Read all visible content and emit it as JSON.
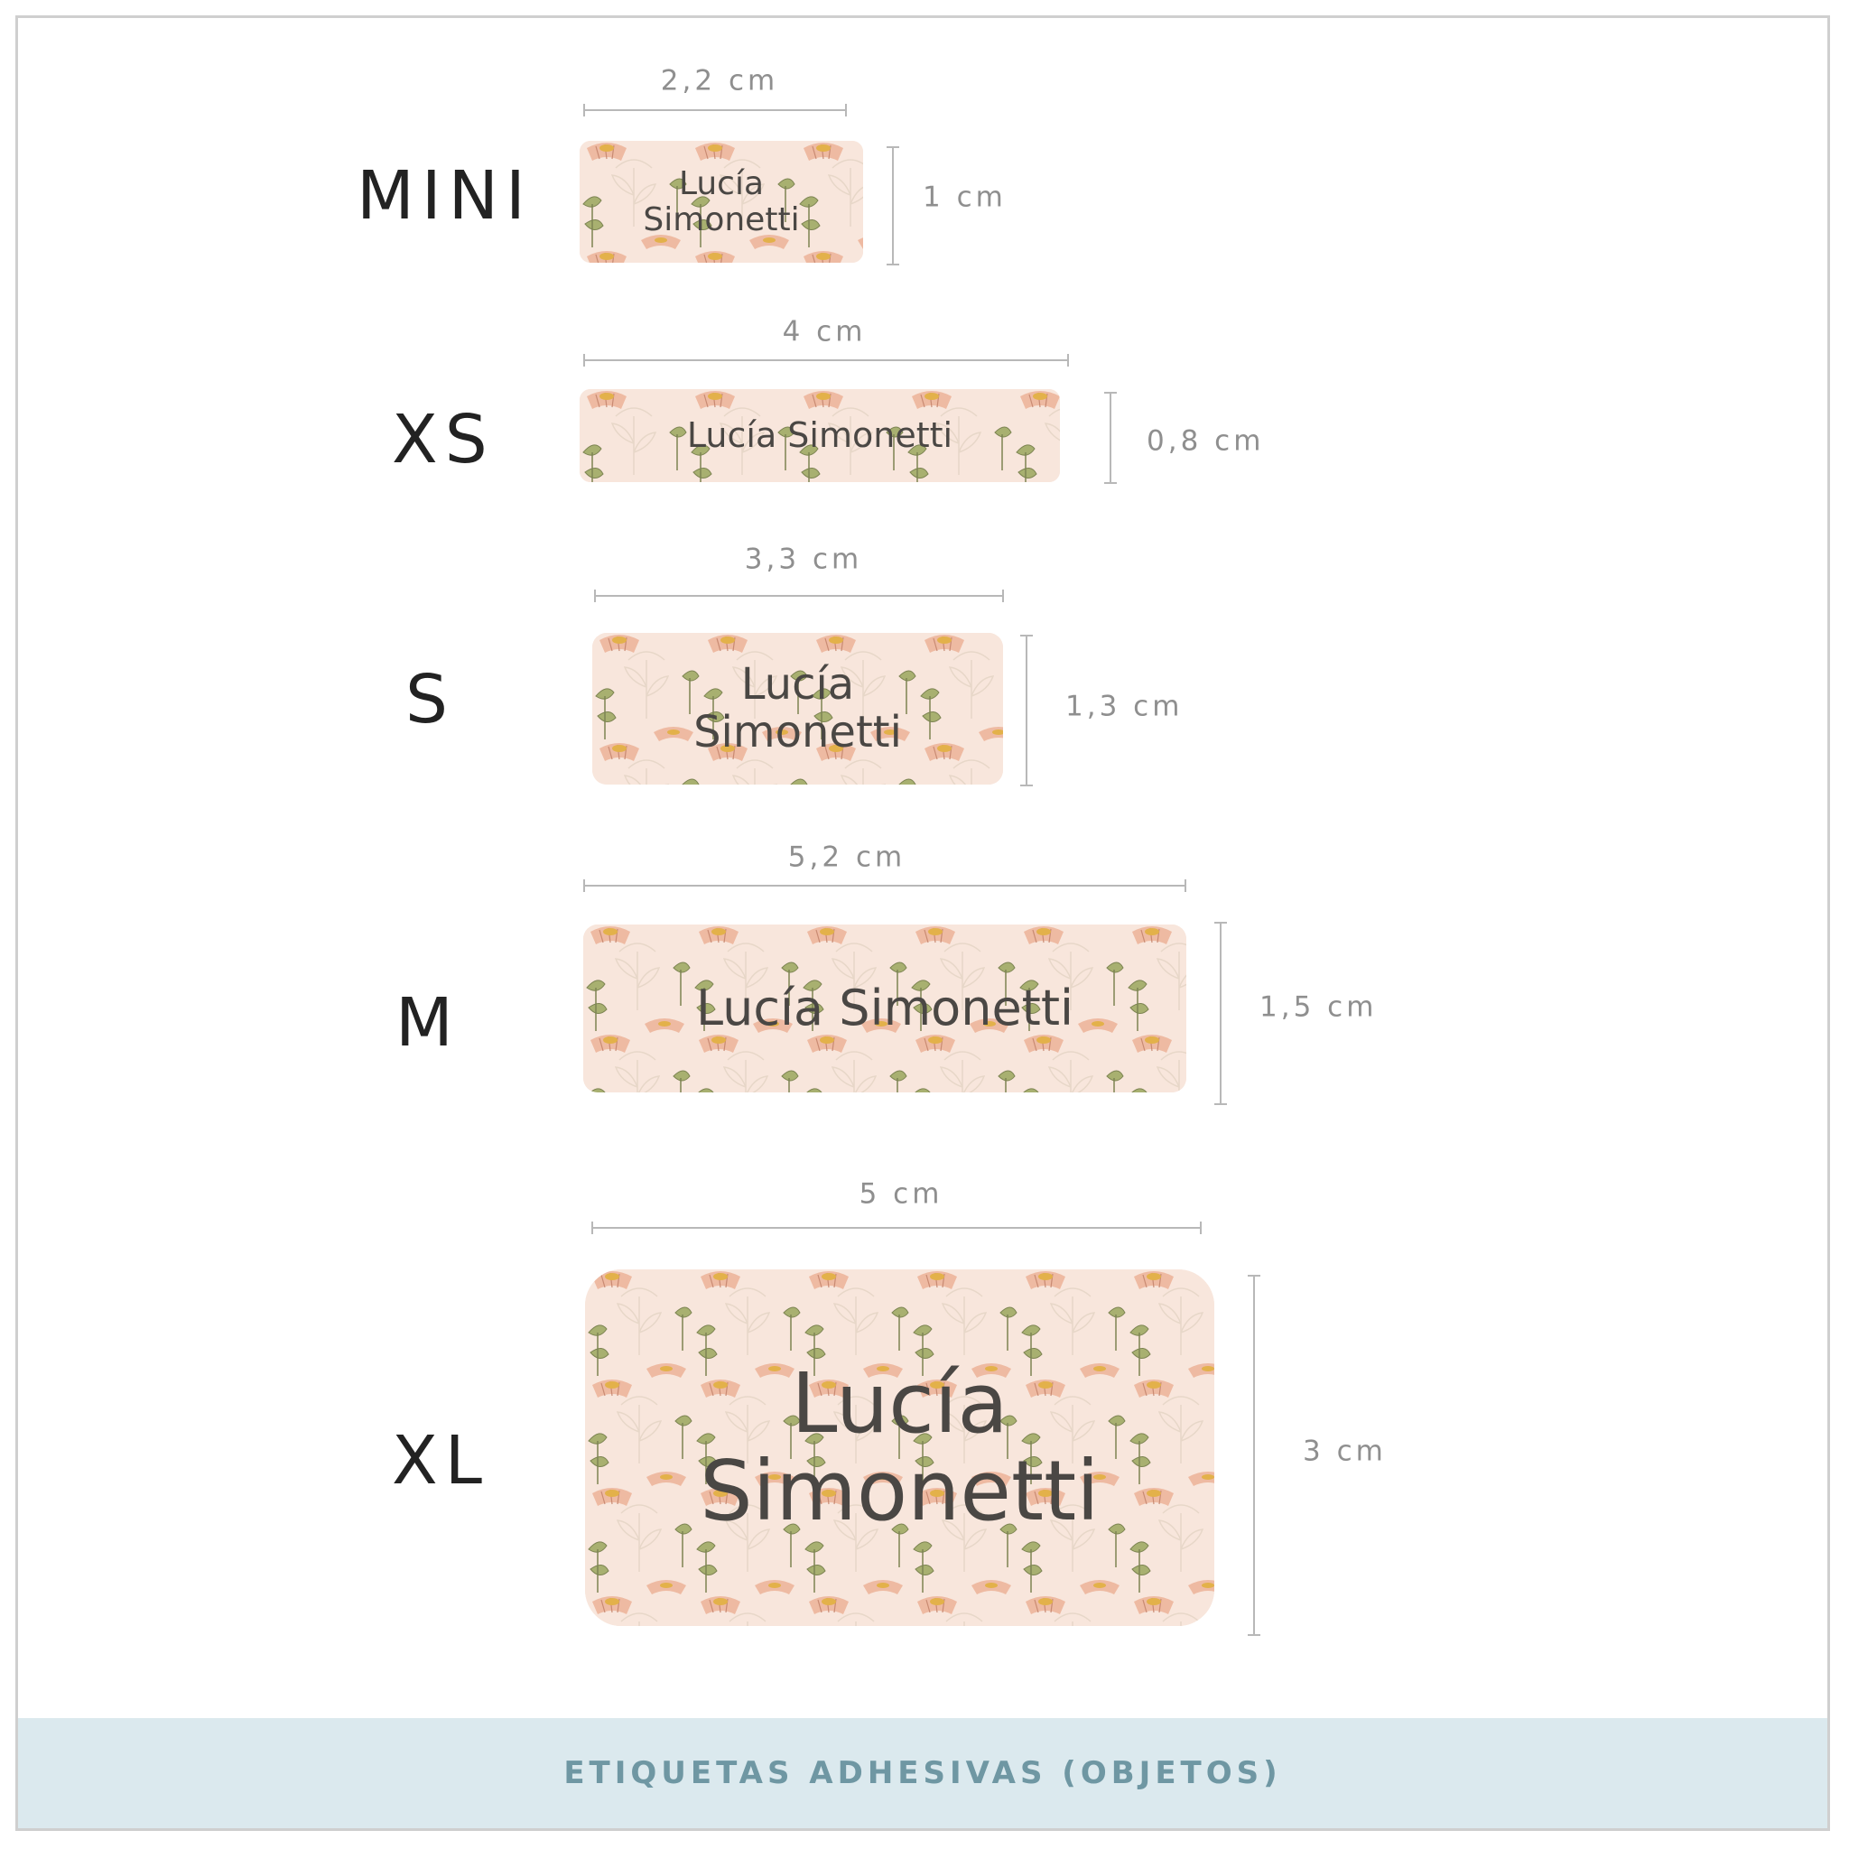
{
  "labels": [
    {
      "size": "MINI",
      "width": "2,2 cm",
      "height": "1 cm",
      "name_line1": "Lucía",
      "name_line2": "Simonetti"
    },
    {
      "size": "XS",
      "width": "4 cm",
      "height": "0,8 cm",
      "name_line1": "Lucía Simonetti",
      "name_line2": ""
    },
    {
      "size": "S",
      "width": "3,3 cm",
      "height": "1,3 cm",
      "name_line1": "Lucía",
      "name_line2": "Simonetti"
    },
    {
      "size": "M",
      "width": "5,2 cm",
      "height": "1,5 cm",
      "name_line1": "Lucía Simonetti",
      "name_line2": ""
    },
    {
      "size": "XL",
      "width": "5 cm",
      "height": "3 cm",
      "name_line1": "Lucía",
      "name_line2": "Simonetti"
    }
  ],
  "footer": {
    "title": "ETIQUETAS ADHESIVAS (OBJETOS)"
  },
  "colors": {
    "label_background": "#f8e6dc",
    "flower_pink": "#eeb59c",
    "flower_center": "#e3b14a",
    "leaf_green": "#a8b070",
    "footer_background": "#dbe9ee",
    "footer_text": "#6f97a3"
  }
}
